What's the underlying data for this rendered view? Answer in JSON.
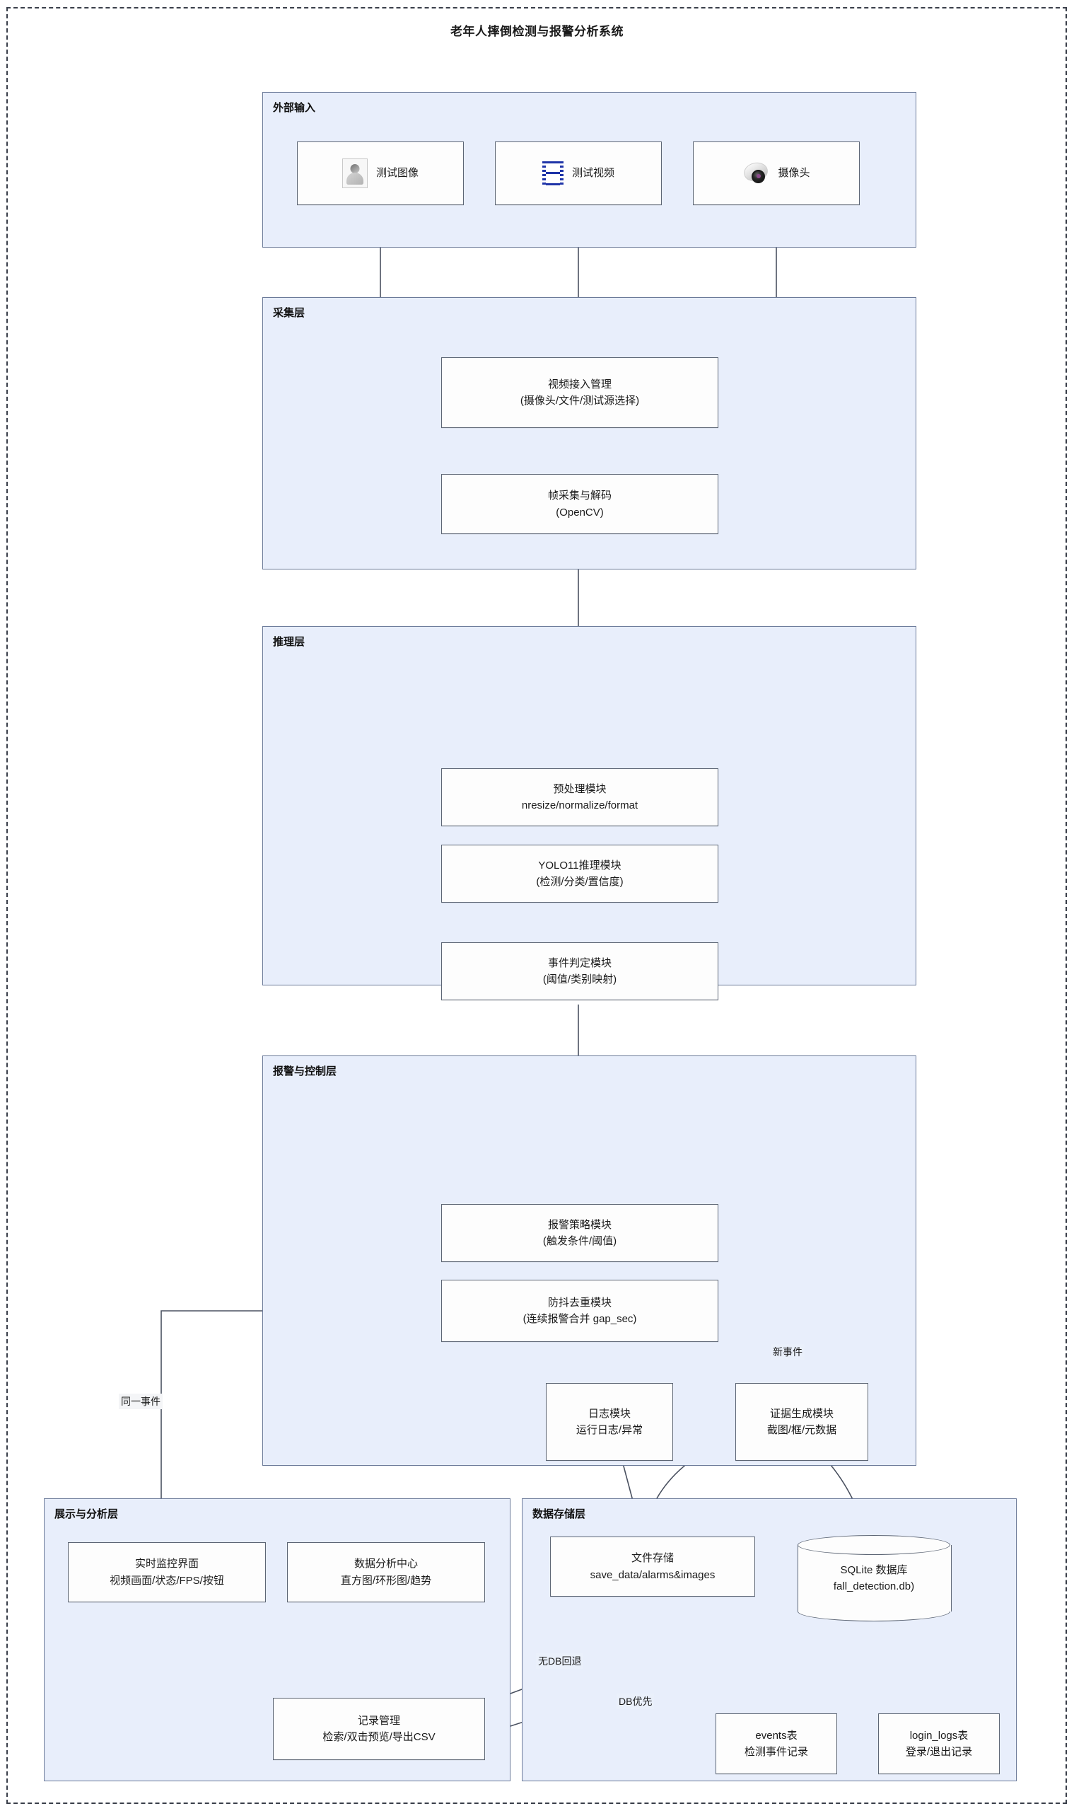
{
  "diagram": {
    "title": "老年人摔倒检测与报警分析系统",
    "colors": {
      "layer_fill": "#e8eefb",
      "layer_border": "#6b7a99",
      "node_fill": "#fdfdfd",
      "node_border": "#5d6675",
      "edge": "#4a5160",
      "outer_frame": "#3a3f4a",
      "film_icon": "#1f34a8"
    }
  },
  "layers": {
    "external_input": {
      "title": "外部输入",
      "nodes": [
        {
          "icon": "image-placeholder-icon",
          "label": "测试图像"
        },
        {
          "icon": "film-strip-icon",
          "label": "测试视频"
        },
        {
          "icon": "dome-camera-icon",
          "label": "摄像头"
        }
      ]
    },
    "capture": {
      "title": "采集层",
      "nodes": [
        {
          "line1": "视频接入管理",
          "line2": "(摄像头/文件/测试源选择)"
        },
        {
          "line1": "帧采集与解码",
          "line2": "(OpenCV)"
        }
      ]
    },
    "inference": {
      "title": "推理层",
      "nodes": [
        {
          "line1": "预处理模块",
          "line2": "nresize/normalize/format"
        },
        {
          "line1": "YOLO11推理模块",
          "line2": "(检测/分类/置信度)"
        },
        {
          "line1": "事件判定模块",
          "line2": "(阈值/类别映射)"
        }
      ]
    },
    "alarm_control": {
      "title": "报警与控制层",
      "nodes": [
        {
          "line1": "报警策略模块",
          "line2": "(触发条件/阈值)"
        },
        {
          "line1": "防抖去重模块",
          "line2": "(连续报警合并 gap_sec)"
        },
        {
          "line1": "日志模块",
          "line2": "运行日志/异常"
        },
        {
          "line1": "证据生成模块",
          "line2": "截图/框/元数据"
        }
      ]
    },
    "presentation": {
      "title": "展示与分析层",
      "nodes": [
        {
          "line1": "实时监控界面",
          "line2": "视频画面/状态/FPS/按钮"
        },
        {
          "line1": "数据分析中心",
          "line2": "直方图/环形图/趋势"
        },
        {
          "line1": "记录管理",
          "line2": "检索/双击预览/导出CSV"
        }
      ]
    },
    "storage": {
      "title": "数据存储层",
      "nodes": [
        {
          "line1": "文件存储",
          "line2": "save_data/alarms&images"
        },
        {
          "line1": "events表",
          "line2": "检测事件记录"
        },
        {
          "line1": "login_logs表",
          "line2": "登录/退出记录"
        }
      ],
      "database": {
        "line1": "SQLite 数据库",
        "line2": "fall_detection.db)"
      }
    }
  },
  "edge_labels": {
    "new_event": "新事件",
    "same_event": "同一事件",
    "no_db_fallback": "无DB回退",
    "db_priority": "DB优先"
  }
}
